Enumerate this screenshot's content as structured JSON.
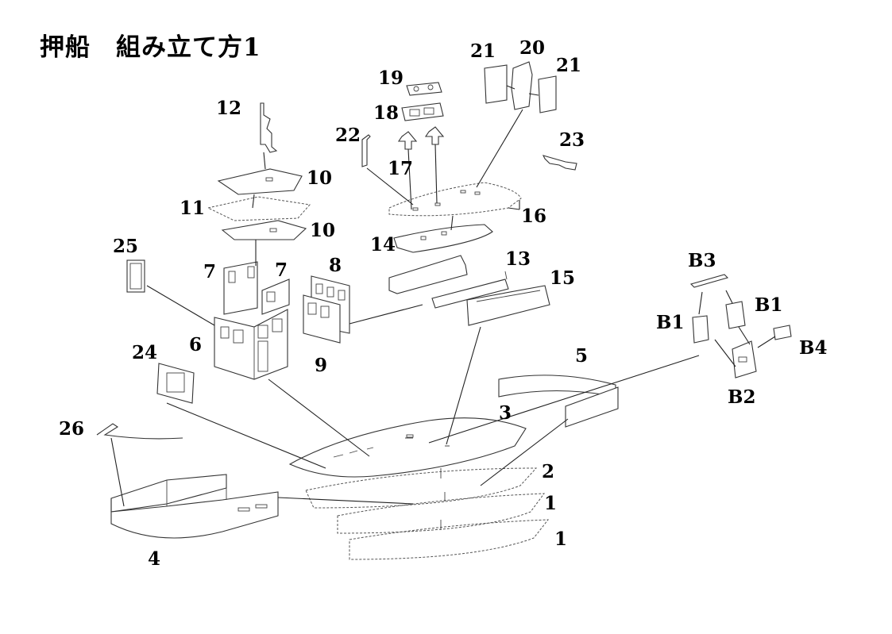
{
  "title": "押船　組み立て方1",
  "part_labels": {
    "p1a": "1",
    "p1b": "1",
    "p2": "2",
    "p3": "3",
    "p4": "4",
    "p5": "5",
    "p6": "6",
    "p7a": "7",
    "p7b": "7",
    "p8": "8",
    "p9": "9",
    "p10a": "10",
    "p10b": "10",
    "p11": "11",
    "p12": "12",
    "p13": "13",
    "p14": "14",
    "p15": "15",
    "p16": "16",
    "p17": "17",
    "p18": "18",
    "p19": "19",
    "p20": "20",
    "p21a": "21",
    "p21b": "21",
    "p22": "22",
    "p23": "23",
    "p24": "24",
    "p25": "25",
    "p26": "26",
    "b1a": "B1",
    "b1b": "B1",
    "b2": "B2",
    "b3": "B3",
    "b4": "B4"
  }
}
